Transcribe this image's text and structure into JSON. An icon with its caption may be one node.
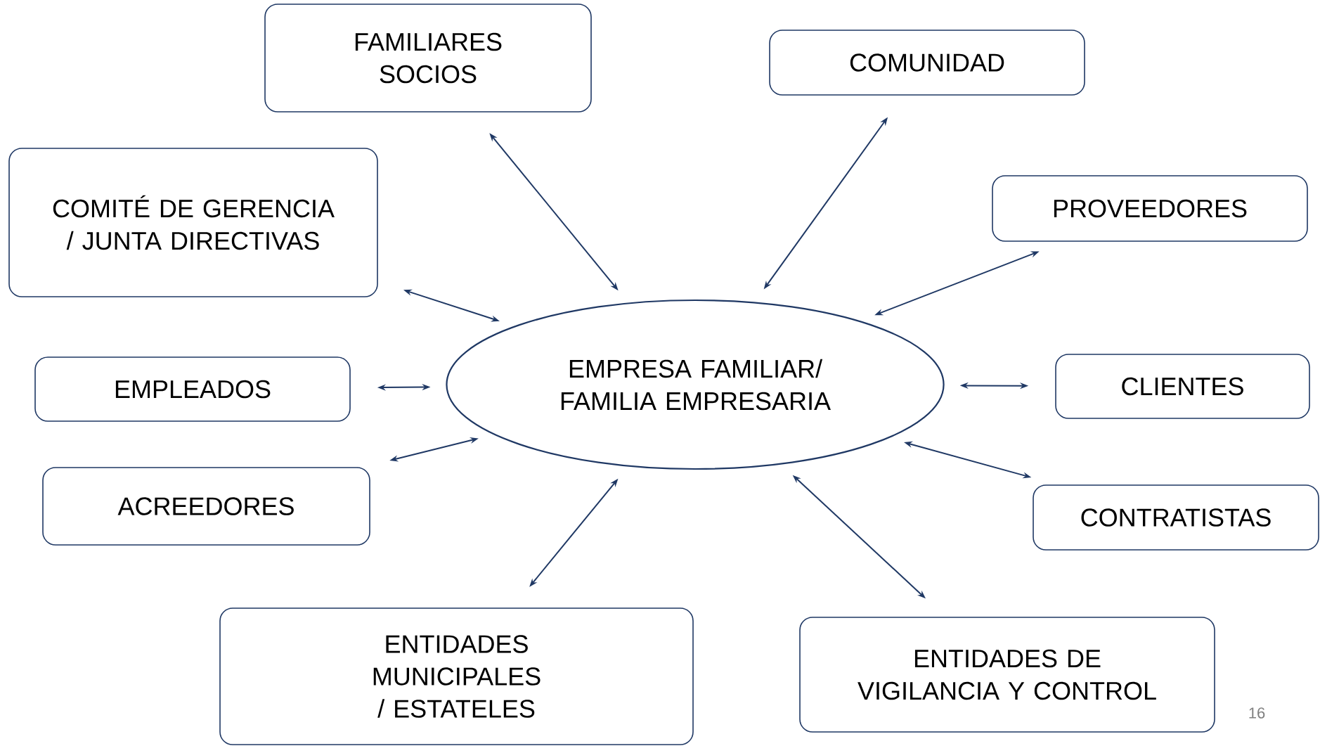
{
  "diagram": {
    "nodes": [
      {
        "text": [
          "FAMILIARES SOCIOS"
        ]
      },
      {
        "text": [
          "COMUNIDAD"
        ]
      },
      {
        "text": [
          "COMITÉ DE GERENCIA / JUNTA DIRECTIVAS"
        ]
      },
      {
        "text": [
          "PROVEEDORES"
        ]
      },
      {
        "text": [
          "EMPRESA FAMILIAR/ FAMILIA EMPRESARIA"
        ]
      },
      {
        "text": [
          "EMPLEADOS"
        ]
      },
      {
        "text": [
          "CLIENTES"
        ]
      },
      {
        "text": [
          "ACREEDORES"
        ]
      },
      {
        "text": [
          "CONTRATISTAS"
        ]
      },
      {
        "text": [
          "ENTIDADES MUNICIPALES / ESTATELES"
        ]
      },
      {
        "text": [
          "ENTIDADES DE VIGILANCIA Y CONTROL"
        ]
      }
    ],
    "edges": [
      {
        "from": 4,
        "to": 0,
        "arrow": "both"
      },
      {
        "from": 4,
        "to": 1,
        "arrow": "both"
      },
      {
        "from": 4,
        "to": 2,
        "arrow": "both"
      },
      {
        "from": 4,
        "to": 3,
        "arrow": "both"
      },
      {
        "from": 4,
        "to": 5,
        "arrow": "both"
      },
      {
        "from": 4,
        "to": 6,
        "arrow": "both"
      },
      {
        "from": 4,
        "to": 7,
        "arrow": "both"
      },
      {
        "from": 4,
        "to": 8,
        "arrow": "both"
      },
      {
        "from": 4,
        "to": 9,
        "arrow": "both"
      },
      {
        "from": 4,
        "to": 10,
        "arrow": "both"
      }
    ],
    "labels": [
      "16"
    ]
  }
}
